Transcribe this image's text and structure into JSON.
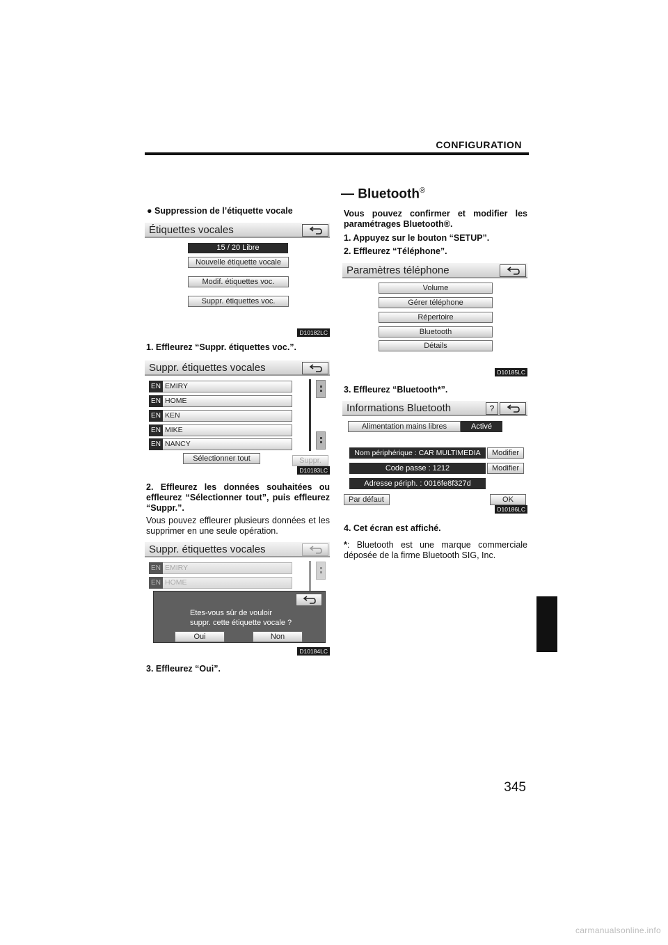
{
  "header": {
    "title": "CONFIGURATION"
  },
  "section_title": "— Bluetooth",
  "section_title_mark": "®",
  "left": {
    "bullet": "Suppression de l’étiquette vocale",
    "screen1": {
      "title": "Étiquettes vocales",
      "status": "15  /  20 Libre",
      "buttons": [
        "Nouvelle étiquette vocale",
        "Modif. étiquettes voc.",
        "Suppr. étiquettes voc."
      ],
      "code": "D10182LC"
    },
    "step1": "1.  Effleurez “Suppr. étiquettes voc.”.",
    "screen2": {
      "title": "Suppr. étiquettes vocales",
      "badge": "EN",
      "rows": [
        "EMIRY",
        "HOME",
        "KEN",
        "MIKE",
        "NANCY"
      ],
      "select_all": "Sélectionner tout",
      "delete": "Suppr.",
      "code": "D10183LC"
    },
    "step2": "2.  Effleurez les données souhaitées ou effleurez “Sélectionner tout”, puis effleurez “Suppr.”.",
    "note": "Vous pouvez effleurer plusieurs données et les supprimer en une seule opération.",
    "screen3": {
      "title": "Suppr. étiquettes vocales",
      "badge": "EN",
      "rows": [
        "EMIRY",
        "HOME"
      ],
      "dialog_line1": "Etes-vous sûr de vouloir",
      "dialog_line2": "suppr. cette étiquette vocale ?",
      "yes": "Oui",
      "no": "Non",
      "code": "D10184LC"
    },
    "step3": "3.  Effleurez “Oui”."
  },
  "right": {
    "intro": "Vous pouvez confirmer et modifier les paramétrages Bluetooth®.",
    "step1": "1.  Appuyez sur le bouton “SETUP”.",
    "step2": "2.  Effleurez “Téléphone”.",
    "screen4": {
      "title": "Paramètres téléphone",
      "buttons": [
        "Volume",
        "Gérer téléphone",
        "Répertoire",
        "Bluetooth",
        "Détails"
      ],
      "code": "D10185LC"
    },
    "step3": "3.  Effleurez “Bluetooth*”.",
    "screen5": {
      "title": "Informations Bluetooth",
      "help": "?",
      "handsfree_label": "Alimentation mains libres",
      "handsfree_value": "Activé",
      "device_name": "Nom périphérique : CAR MULTIMEDIA",
      "passcode": "Code passe : 1212",
      "address": "Adresse périph. : 0016fe8f327d",
      "modify": "Modifier",
      "default": "Par défaut",
      "ok": "OK",
      "code": "D10186LC"
    },
    "step4": "4.  Cet écran est affiché.",
    "footnote_star": "*",
    "footnote": ": Bluetooth est une marque commerciale déposée de la firme Bluetooth SIG, Inc."
  },
  "page_number": "345",
  "watermark": "carmanualsonline.info"
}
